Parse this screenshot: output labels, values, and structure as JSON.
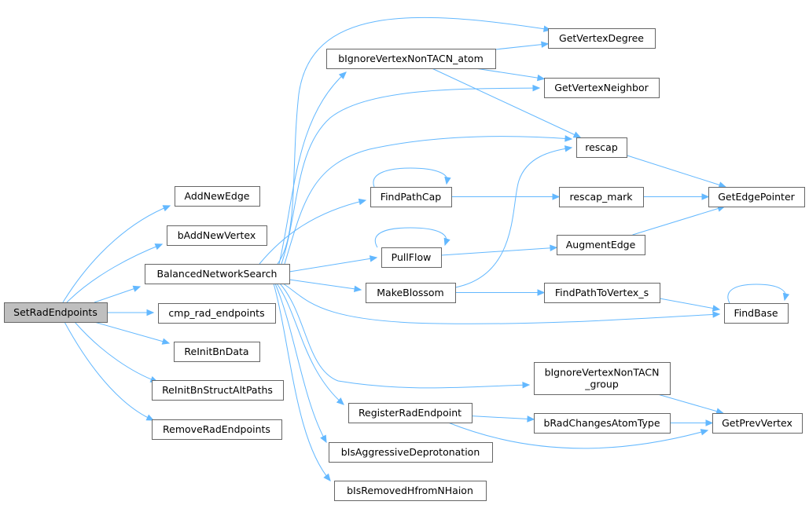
{
  "diagram": {
    "kind": "call-graph",
    "colors": {
      "edge": "#63b8ff",
      "node_border": "#666666",
      "root_fill": "#bfbfbf",
      "node_fill": "#ffffff"
    },
    "nodes": {
      "SetRadEndpoints": {
        "label": "SetRadEndpoints",
        "root": true
      },
      "AddNewEdge": {
        "label": "AddNewEdge"
      },
      "bAddNewVertex": {
        "label": "bAddNewVertex"
      },
      "BalancedNetworkSearch": {
        "label": "BalancedNetworkSearch"
      },
      "cmp_rad_endpoints": {
        "label": "cmp_rad_endpoints"
      },
      "ReInitBnData": {
        "label": "ReInitBnData"
      },
      "ReInitBnStructAltPaths": {
        "label": "ReInitBnStructAltPaths"
      },
      "RemoveRadEndpoints": {
        "label": "RemoveRadEndpoints"
      },
      "bIgnoreVertexNonTACN_atom": {
        "label": "bIgnoreVertexNonTACN_atom"
      },
      "GetVertexDegree": {
        "label": "GetVertexDegree"
      },
      "GetVertexNeighbor": {
        "label": "GetVertexNeighbor"
      },
      "rescap": {
        "label": "rescap"
      },
      "FindPathCap": {
        "label": "FindPathCap"
      },
      "rescap_mark": {
        "label": "rescap_mark"
      },
      "GetEdgePointer": {
        "label": "GetEdgePointer"
      },
      "PullFlow": {
        "label": "PullFlow"
      },
      "AugmentEdge": {
        "label": "AugmentEdge"
      },
      "MakeBlossom": {
        "label": "MakeBlossom"
      },
      "FindPathToVertex_s": {
        "label": "FindPathToVertex_s"
      },
      "FindBase": {
        "label": "FindBase"
      },
      "bIgnoreVertexNonTACN_group": {
        "label": "bIgnoreVertexNonTACN\n_group"
      },
      "GetPrevVertex": {
        "label": "GetPrevVertex"
      },
      "RegisterRadEndpoint": {
        "label": "RegisterRadEndpoint"
      },
      "bRadChangesAtomType": {
        "label": "bRadChangesAtomType"
      },
      "bIsAggressiveDeprotonation": {
        "label": "bIsAggressiveDeprotonation"
      },
      "bIsRemovedHfromNHaion": {
        "label": "bIsRemovedHfromNHaion"
      }
    },
    "edges": [
      [
        "SetRadEndpoints",
        "AddNewEdge"
      ],
      [
        "SetRadEndpoints",
        "bAddNewVertex"
      ],
      [
        "SetRadEndpoints",
        "BalancedNetworkSearch"
      ],
      [
        "SetRadEndpoints",
        "cmp_rad_endpoints"
      ],
      [
        "SetRadEndpoints",
        "ReInitBnData"
      ],
      [
        "SetRadEndpoints",
        "ReInitBnStructAltPaths"
      ],
      [
        "SetRadEndpoints",
        "RemoveRadEndpoints"
      ],
      [
        "BalancedNetworkSearch",
        "bIgnoreVertexNonTACN_atom"
      ],
      [
        "BalancedNetworkSearch",
        "GetVertexDegree"
      ],
      [
        "BalancedNetworkSearch",
        "GetVertexNeighbor"
      ],
      [
        "BalancedNetworkSearch",
        "rescap"
      ],
      [
        "BalancedNetworkSearch",
        "FindPathCap"
      ],
      [
        "BalancedNetworkSearch",
        "PullFlow"
      ],
      [
        "BalancedNetworkSearch",
        "MakeBlossom"
      ],
      [
        "BalancedNetworkSearch",
        "FindBase"
      ],
      [
        "BalancedNetworkSearch",
        "bIgnoreVertexNonTACN_group"
      ],
      [
        "BalancedNetworkSearch",
        "RegisterRadEndpoint"
      ],
      [
        "BalancedNetworkSearch",
        "bIsAggressiveDeprotonation"
      ],
      [
        "BalancedNetworkSearch",
        "bIsRemovedHfromNHaion"
      ],
      [
        "bIgnoreVertexNonTACN_atom",
        "GetVertexDegree"
      ],
      [
        "bIgnoreVertexNonTACN_atom",
        "GetVertexNeighbor"
      ],
      [
        "bIgnoreVertexNonTACN_atom",
        "rescap"
      ],
      [
        "rescap",
        "GetEdgePointer"
      ],
      [
        "FindPathCap",
        "FindPathCap"
      ],
      [
        "FindPathCap",
        "rescap_mark"
      ],
      [
        "rescap_mark",
        "GetEdgePointer"
      ],
      [
        "PullFlow",
        "PullFlow"
      ],
      [
        "PullFlow",
        "AugmentEdge"
      ],
      [
        "AugmentEdge",
        "GetEdgePointer"
      ],
      [
        "MakeBlossom",
        "rescap"
      ],
      [
        "MakeBlossom",
        "FindPathToVertex_s"
      ],
      [
        "FindPathToVertex_s",
        "FindBase"
      ],
      [
        "FindBase",
        "FindBase"
      ],
      [
        "bIgnoreVertexNonTACN_group",
        "GetPrevVertex"
      ],
      [
        "RegisterRadEndpoint",
        "bRadChangesAtomType"
      ],
      [
        "RegisterRadEndpoint",
        "GetPrevVertex"
      ],
      [
        "bRadChangesAtomType",
        "GetPrevVertex"
      ]
    ]
  }
}
